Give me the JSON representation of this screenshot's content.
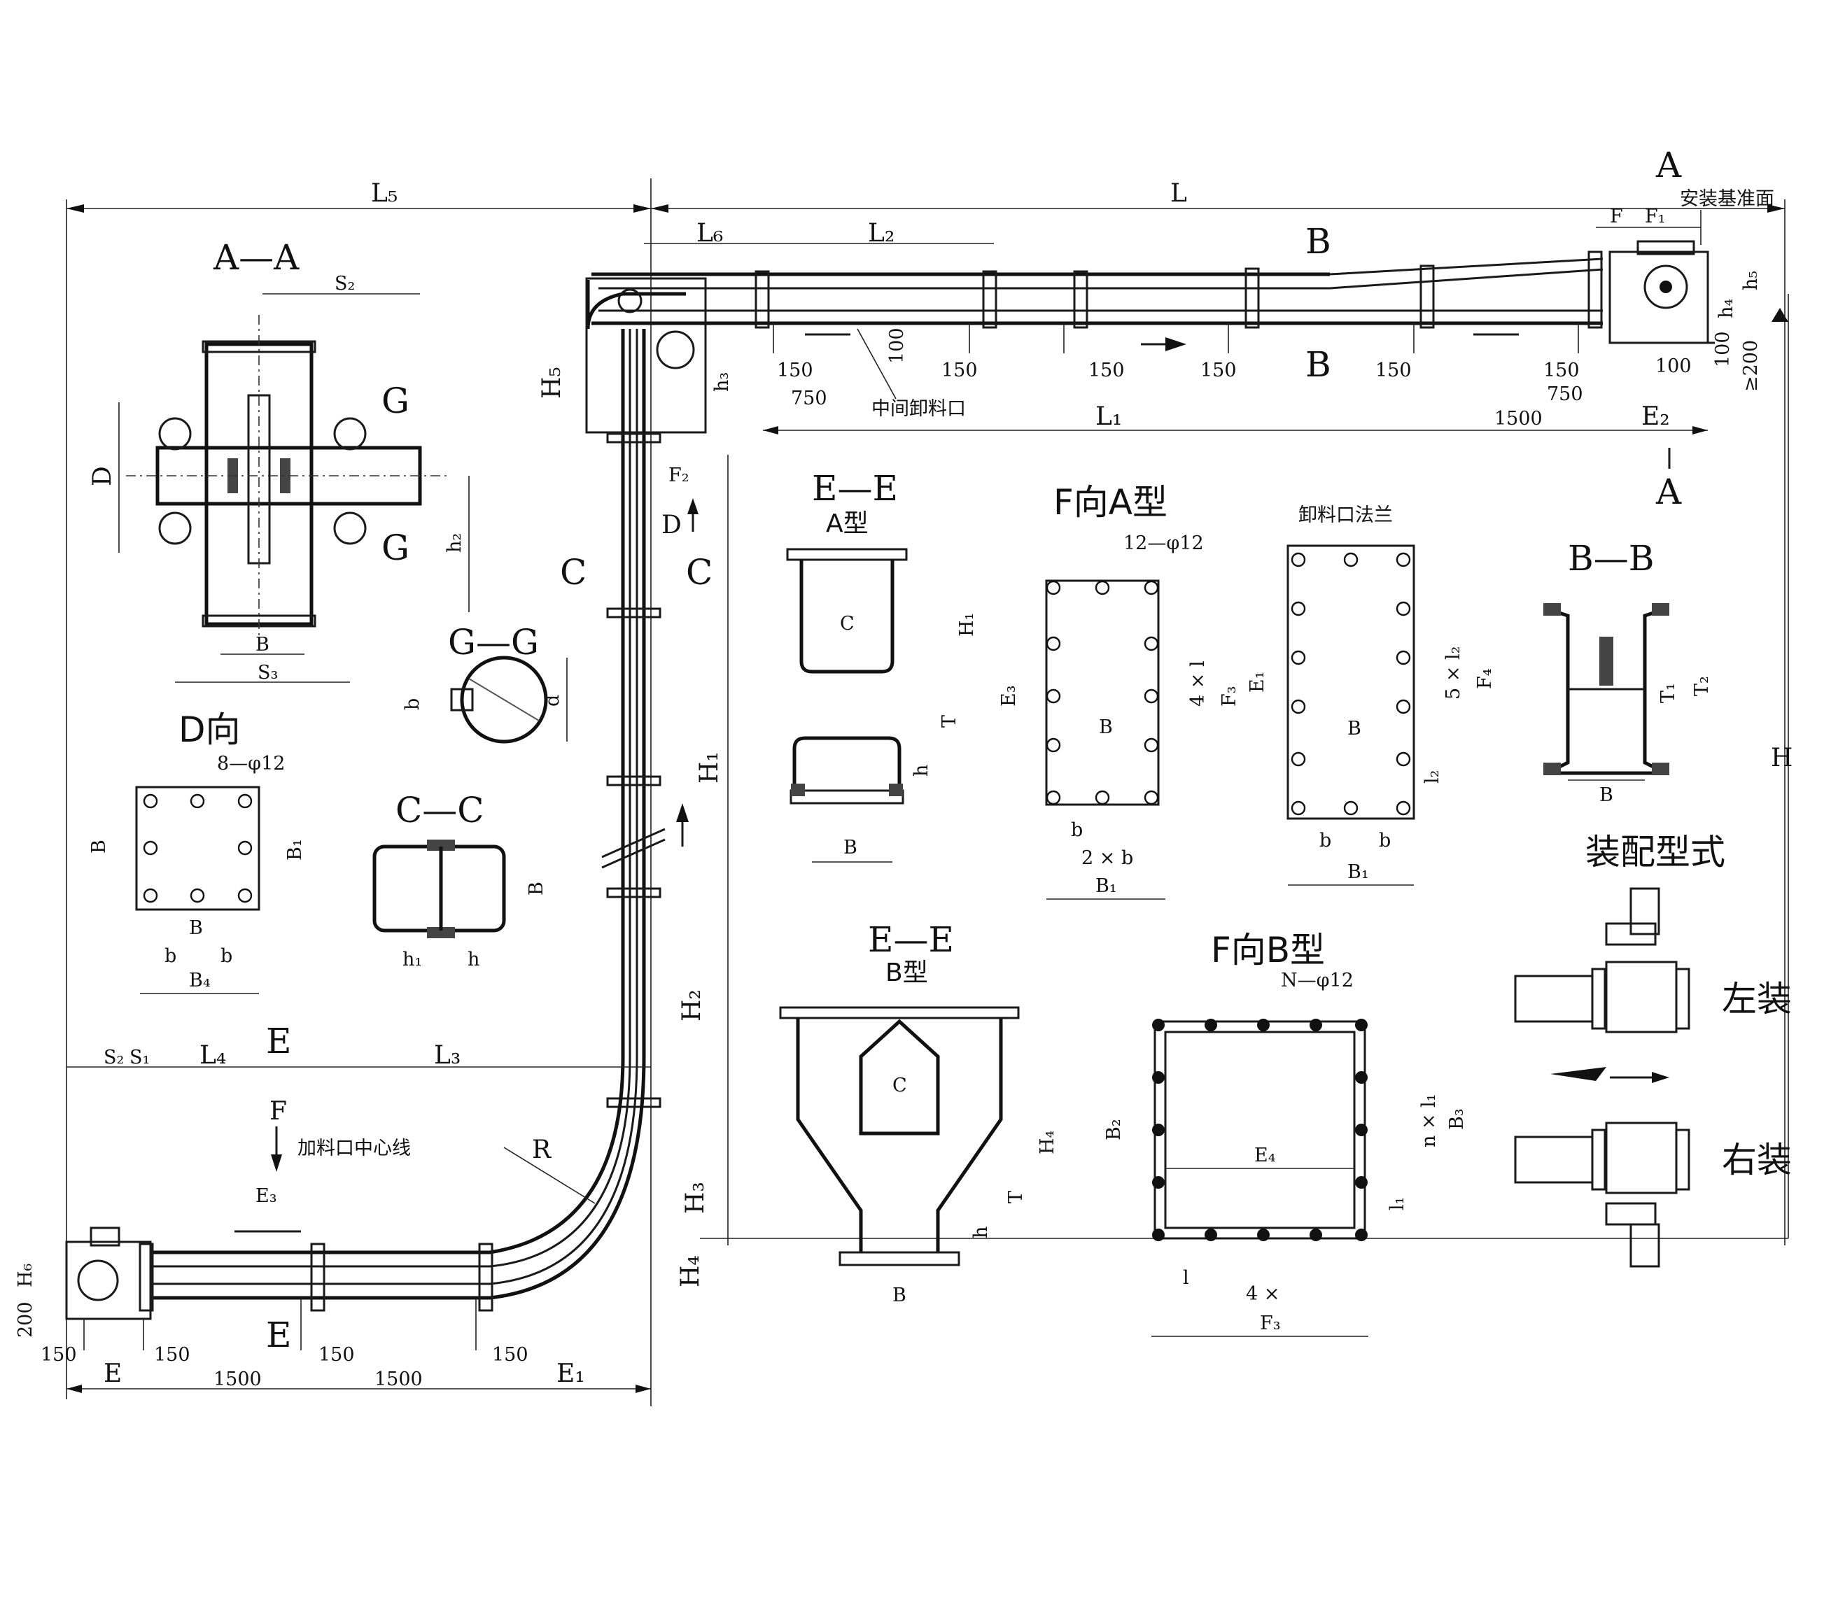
{
  "views": {
    "aa": "A—A",
    "gg": "G—G",
    "cc": "C—C",
    "dview": "D向",
    "ee_a": "E—E",
    "ee_a_type": "A型",
    "ee_b": "E—E",
    "ee_b_type": "B型",
    "fa": "F向A型",
    "fb": "F向B型",
    "bb": "B—B",
    "discharge_flange": "卸料口法兰",
    "assembly": "装配型式",
    "left_mount": "左装",
    "right_mount": "右装",
    "install_ref": "安装基准面",
    "mid_discharge": "中间卸料口",
    "feed_center": "加料口中心线"
  },
  "section_marks": {
    "a": "A",
    "b": "B",
    "c": "C",
    "d": "D",
    "e": "E",
    "f": "F",
    "g": "G"
  },
  "dims": {
    "L5": "L₅",
    "L": "L",
    "L1": "L₁",
    "L2": "L₂",
    "L3": "L₃",
    "L4": "L₄",
    "L6": "L₆",
    "F": "F",
    "F1": "F₁",
    "F2": "F₂",
    "F3": "F₃",
    "F4": "F₄",
    "H": "H",
    "H1": "H₁",
    "H2": "H₂",
    "H3": "H₃",
    "H4": "H₄",
    "H5": "H₅",
    "H6": "H₆",
    "h": "h",
    "h1": "h₁",
    "h2": "h₂",
    "h3": "h₃",
    "h4": "h₄",
    "h5": "h₅",
    "E": "E",
    "E1": "E₁",
    "E2": "E₂",
    "E3": "E₃",
    "E4": "E₄",
    "B": "B",
    "B1": "B₁",
    "B2": "B₂",
    "B3": "B₃",
    "B4": "B₄",
    "S1": "S₁",
    "S2": "S₂",
    "S3": "S₃",
    "T": "T",
    "T1": "T₁",
    "T2": "T₂",
    "D": "D",
    "C": "C",
    "R": "R",
    "b": "b",
    "d": "d",
    "l1": "l₁",
    "l2": "l₂",
    "l": "l",
    "v150": "150",
    "v100": "100",
    "v750": "750",
    "v1500": "1500",
    "v200": "200",
    "v_ge200": "≥200",
    "holes_12": "12—φ12",
    "holes_8": "8—φ12",
    "holes_n": "N—φ12",
    "two_b": "2 × b",
    "four_l": "4 × l",
    "five_l2": "5 × l₂",
    "n_l1": "n × l₁",
    "four_x": "4 ×"
  }
}
